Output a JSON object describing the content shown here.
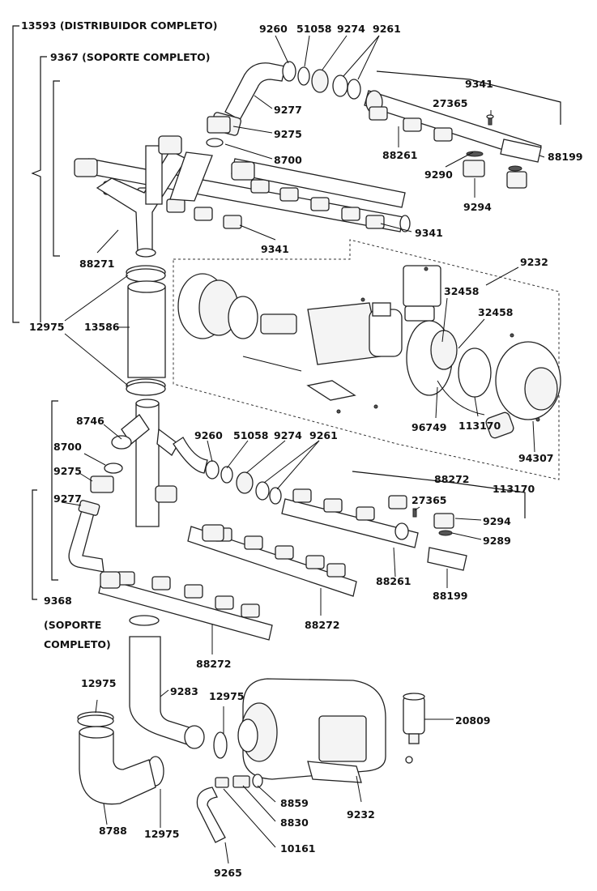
{
  "labels": {
    "dist_completo": "13593 (DISTRIBUIDOR COMPLETO)",
    "soporte_9367": "9367 (SOPORTE COMPLETO)",
    "soporte_9368_a": "9368",
    "soporte_9368_b": "(SOPORTE",
    "soporte_9368_c": "COMPLETO)",
    "p9260_top": "9260",
    "p51058_top": "51058",
    "p9274_top": "9274",
    "p9261_top": "9261",
    "p9341_top": "9341",
    "p27365_top": "27365",
    "p9277_top": "9277",
    "p9275_top": "9275",
    "p8700_top": "8700",
    "p88261_top": "88261",
    "p88199_top": "88199",
    "p9290": "9290",
    "p9294_top": "9294",
    "p9341_mid_r": "9341",
    "p9341_mid_l": "9341",
    "p88271": "88271",
    "p9232_top": "9232",
    "p32458_a": "32458",
    "p32458_b": "32458",
    "p12975_left": "12975",
    "p13586": "13586",
    "p96749": "96749",
    "p113170_a": "113170",
    "p94307": "94307",
    "p8746": "8746",
    "p8700_mid": "8700",
    "p9275_mid": "9275",
    "p9277_mid": "9277",
    "p9260_mid": "9260",
    "p51058_mid": "51058",
    "p9274_mid": "9274",
    "p9261_mid": "9261",
    "p88272_a": "88272",
    "p113170_b": "113170",
    "p27365_mid": "27365",
    "p9294_mid": "9294",
    "p9289": "9289",
    "p88261_mid": "88261",
    "p88199_mid": "88199",
    "p88272_b": "88272",
    "p88272_c": "88272",
    "p12975_bl": "12975",
    "p9283": "9283",
    "p12975_bm": "12975",
    "p20809": "20809",
    "p8859": "8859",
    "p8830": "8830",
    "p10161": "10161",
    "p9232_bot": "9232",
    "p8788": "8788",
    "p12975_bot": "12975",
    "p9265": "9265"
  }
}
